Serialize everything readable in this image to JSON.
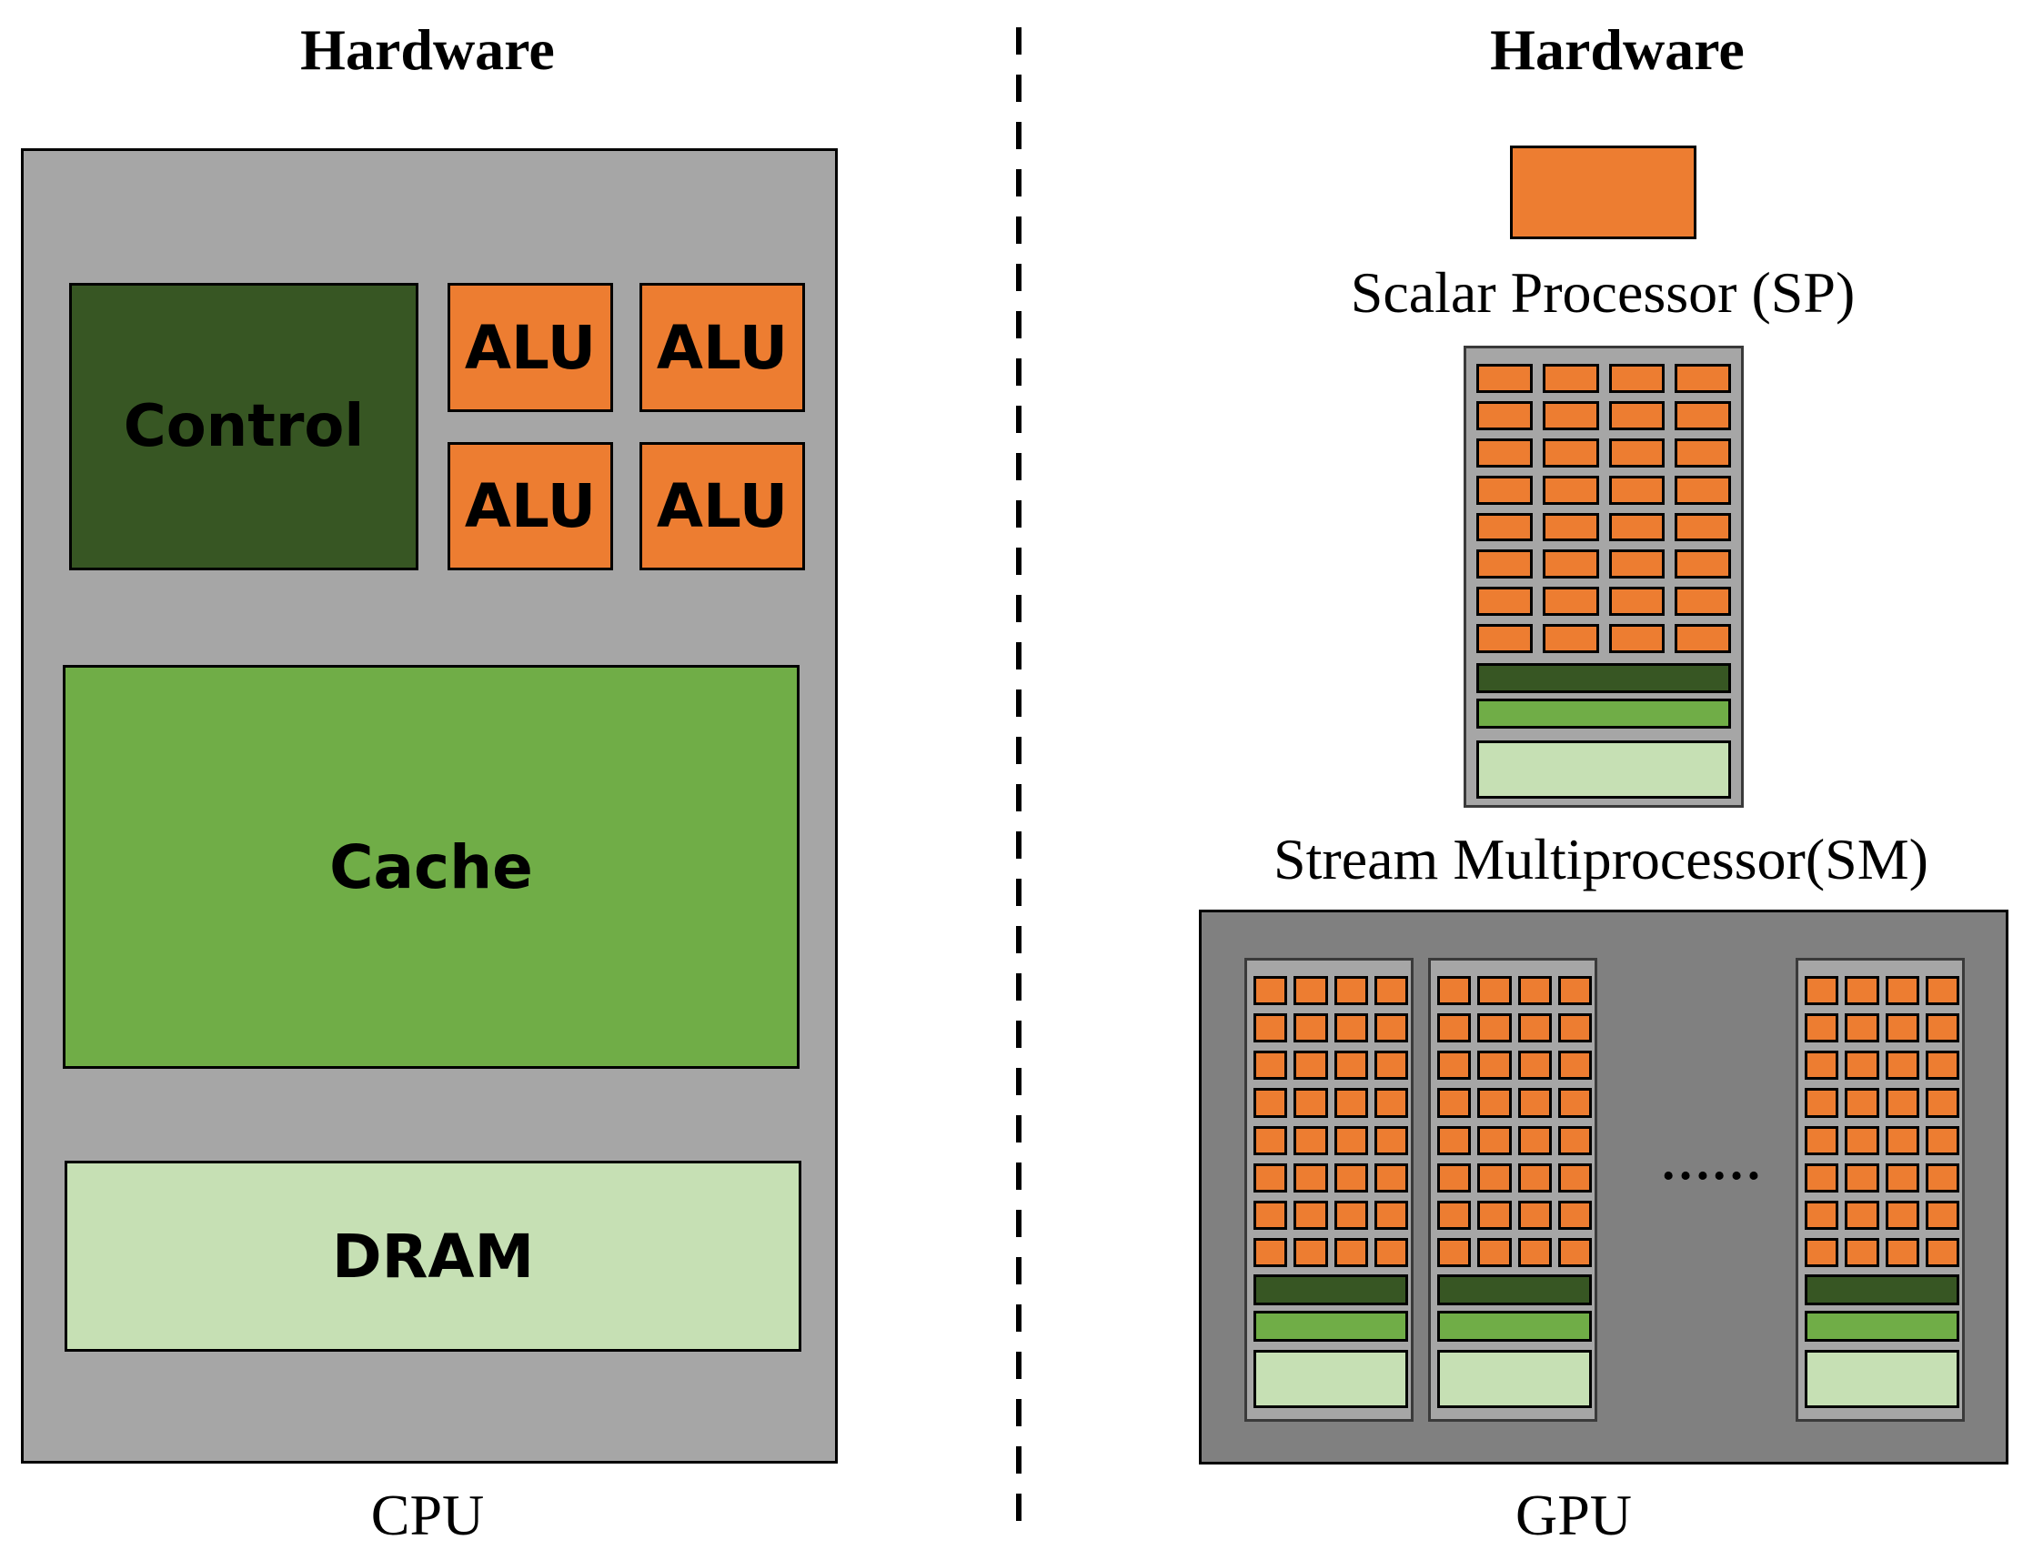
{
  "cpu": {
    "heading": "Hardware",
    "caption": "CPU",
    "control_label": "Control",
    "alu_labels": [
      "ALU",
      "ALU",
      "ALU",
      "ALU"
    ],
    "cache_label": "Cache",
    "dram_label": "DRAM"
  },
  "gpu": {
    "heading": "Hardware",
    "caption": "GPU",
    "sp_label": "Scalar Processor (SP)",
    "sm_label": "Stream Multiprocessor(SM)",
    "ellipsis": "……",
    "sp_grid": {
      "rows": 8,
      "cols": 4
    },
    "sm_count_shown": 3
  },
  "colors": {
    "sp_orange": "#ed7d31",
    "control_dark_green": "#375623",
    "cache_green": "#70ad47",
    "dram_light_green": "#c6e0b4",
    "cpu_board_gray": "#a6a6a6",
    "gpu_board_gray": "#808080"
  }
}
